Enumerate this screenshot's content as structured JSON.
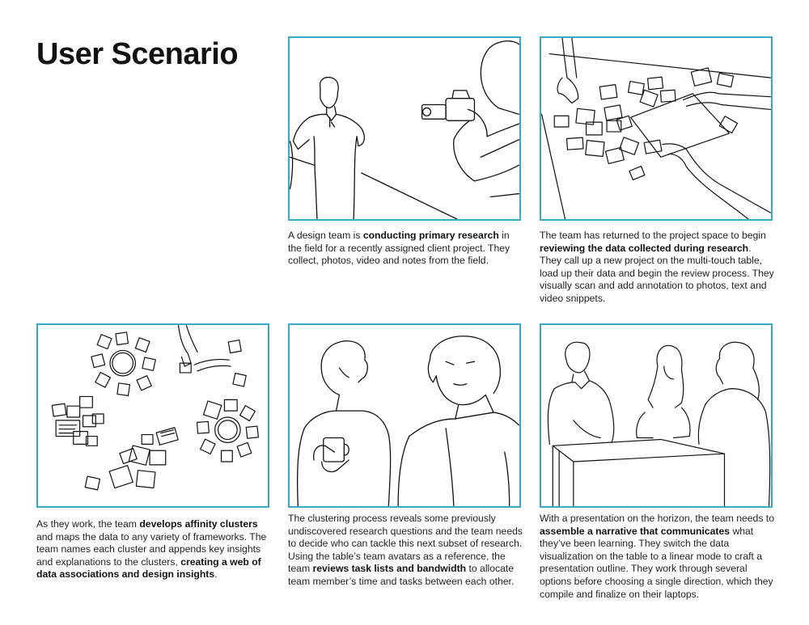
{
  "title": "User Scenario",
  "colors": {
    "panel_border": "#39a9c4",
    "text": "#222222"
  },
  "panels": [
    {
      "illustration": "field-research-video-camera",
      "caption": [
        {
          "t": "A design team is "
        },
        {
          "t": "conducting primary research",
          "b": true
        },
        {
          "t": " in the field for a recently assigned client project. They collect, photos, video and notes from the field."
        }
      ]
    },
    {
      "illustration": "multitouch-table-review",
      "caption": [
        {
          "t": "The team has returned to the project space to begin "
        },
        {
          "t": "reviewing the data collected during research",
          "b": true
        },
        {
          "t": ". They call up a new project on the multi-touch table, load up their data and begin the review process. They visually scan and add annotation to photos, text and video snippets."
        }
      ]
    },
    {
      "illustration": "affinity-clusters",
      "caption": [
        {
          "t": "As they work, the team "
        },
        {
          "t": "develops affinity clusters",
          "b": true
        },
        {
          "t": " and maps the data to any variety of frameworks. The team names each cluster and appends key insights and explanations to the clusters, "
        },
        {
          "t": "creating a web of data associations and design insights",
          "b": true
        },
        {
          "t": "."
        }
      ]
    },
    {
      "illustration": "team-discussion",
      "caption": [
        {
          "t": "The clustering process reveals some previously undiscovered research questions and the team needs to decide who can tackle this next subset of research. Using the table’s team avatars as a reference, the team "
        },
        {
          "t": "reviews task lists and bandwidth",
          "b": true
        },
        {
          "t": " to allocate team member’s time and tasks between each other."
        }
      ]
    },
    {
      "illustration": "team-at-table",
      "caption": [
        {
          "t": "With a presentation on the horizon, the team needs to "
        },
        {
          "t": "assemble a narrative that communicates",
          "b": true
        },
        {
          "t": " what they’ve been learning. They switch the data visualization on the table to a linear mode to craft a presentation outline. They work through several options before choosing a single direction, which they compile and finalize on their laptops."
        }
      ]
    }
  ]
}
